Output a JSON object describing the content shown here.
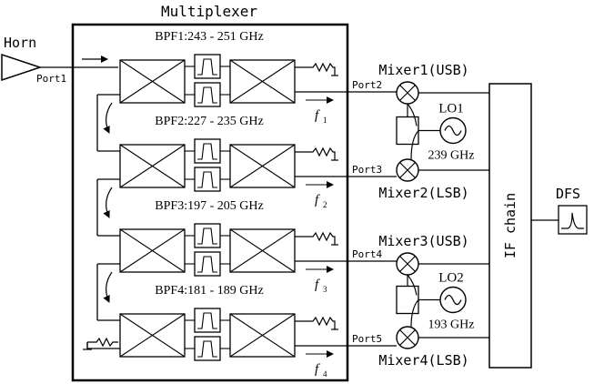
{
  "title": "Multiplexer",
  "horn": {
    "label": "Horn",
    "port": "Port1"
  },
  "filters": [
    {
      "label": "BPF1:243 - 251 GHz",
      "freq": "f",
      "sub": "1",
      "port": "Port2"
    },
    {
      "label": "BPF2:227 - 235 GHz",
      "freq": "f",
      "sub": "2",
      "port": "Port3"
    },
    {
      "label": "BPF3:197 - 205 GHz",
      "freq": "f",
      "sub": "3",
      "port": "Port4"
    },
    {
      "label": "BPF4:181 - 189 GHz",
      "freq": "f",
      "sub": "4",
      "port": "Port5"
    }
  ],
  "mixers": [
    {
      "label": "Mixer1(USB)"
    },
    {
      "label": "Mixer2(LSB)"
    },
    {
      "label": "Mixer3(USB)"
    },
    {
      "label": "Mixer4(LSB)"
    }
  ],
  "local_oscillators": [
    {
      "label": "LO1",
      "freq": "239 GHz"
    },
    {
      "label": "LO2",
      "freq": "193 GHz"
    }
  ],
  "if_chain": "IF chain",
  "dfs": "DFS"
}
